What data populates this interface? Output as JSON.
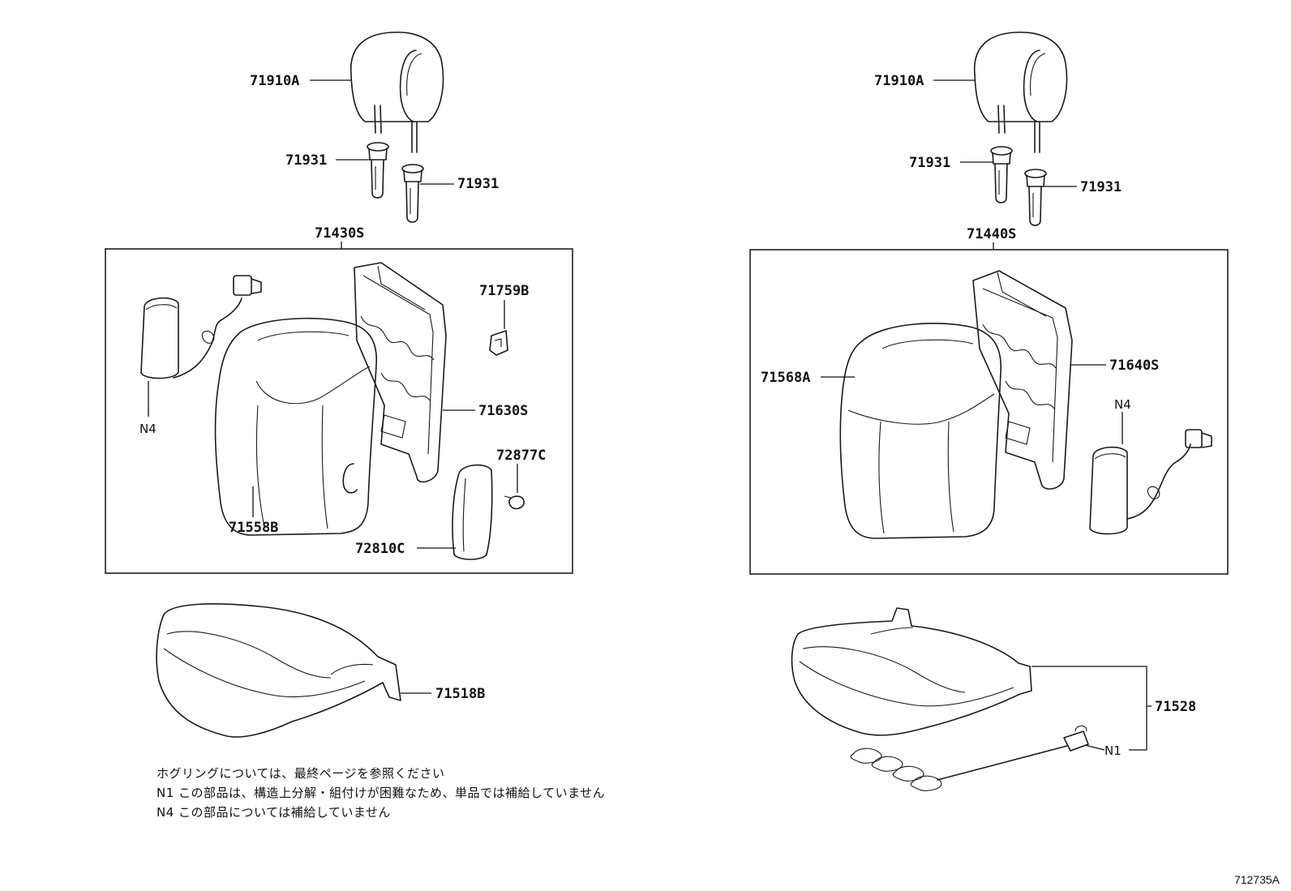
{
  "parts": {
    "left_headrest": "71910A",
    "left_guide_a": "71931",
    "left_guide_b": "71931",
    "left_back_assy": "71430S",
    "left_airbag_note": "N4",
    "left_back_cover": "71558B",
    "left_back_frame": "71630S",
    "left_hook": "71759B",
    "left_clip": "72877C",
    "left_side_pad": "72810C",
    "left_cushion": "71518B",
    "right_headrest": "71910A",
    "right_guide_a": "71931",
    "right_guide_b": "71931",
    "right_back_assy": "71440S",
    "right_back_cover": "71568A",
    "right_back_frame": "71640S",
    "right_airbag_note": "N4",
    "right_cushion": "71528",
    "right_sensor_note": "N1"
  },
  "notes": {
    "hog_ring": "ホグリングについては、最終ページを参照ください",
    "n1": "N1 この部品は、構造上分解・組付けが困難なため、単品では補給していません",
    "n4": "N4 この部品については補給していません"
  },
  "figure_number": "712735A"
}
